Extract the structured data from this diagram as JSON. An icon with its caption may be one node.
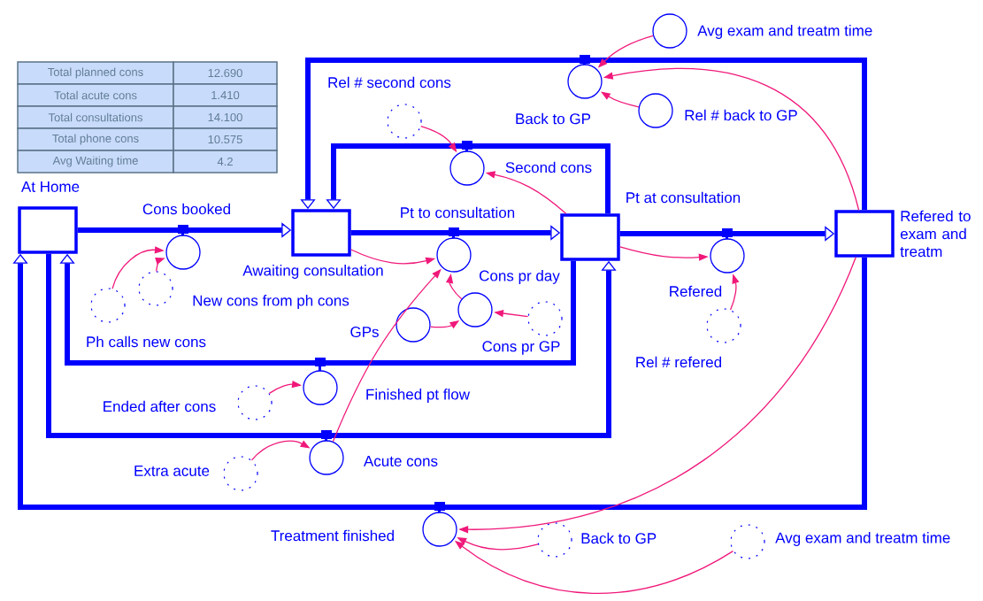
{
  "diagram": {
    "nodes": [
      {
        "text": [
          "At Home"
        ]
      },
      {
        "text": [
          "Awaiting consultation"
        ]
      },
      {
        "text": [
          "Pt at consultation"
        ]
      },
      {
        "text": [
          "Refered to exam and treatm"
        ]
      },
      {
        "text": [
          "Cons booked"
        ]
      },
      {
        "text": [
          "Pt to consultation"
        ]
      },
      {
        "text": [
          "Refered"
        ]
      },
      {
        "text": [
          "Back to GP"
        ]
      },
      {
        "text": [
          "Second cons"
        ]
      },
      {
        "text": [
          "Finished pt flow"
        ]
      },
      {
        "text": [
          "Acute cons"
        ]
      },
      {
        "text": [
          "Treatment finished"
        ]
      },
      {
        "text": [
          "Avg exam and treatm time"
        ]
      },
      {
        "text": [
          "Rel # back to GP"
        ]
      },
      {
        "text": [
          "Rel # second cons"
        ]
      },
      {
        "text": [
          "New cons from ph cons"
        ]
      },
      {
        "text": [
          "Ph calls new cons"
        ]
      },
      {
        "text": [
          "Cons pr day"
        ]
      },
      {
        "text": [
          "GPs"
        ]
      },
      {
        "text": [
          "Cons pr GP"
        ]
      },
      {
        "text": [
          "Ended after cons"
        ]
      },
      {
        "text": [
          "Extra acute"
        ]
      },
      {
        "text": [
          "Rel # refered"
        ]
      },
      {
        "text": [
          "Back to GP"
        ]
      },
      {
        "text": [
          "Avg exam and treatm time"
        ]
      }
    ],
    "edges": [
      {
        "from": 0,
        "to": 1,
        "arrow": "to",
        "style": "thick",
        "color": "#0000ff"
      },
      {
        "from": 1,
        "to": 2,
        "arrow": "to",
        "style": "thick",
        "color": "#0000ff"
      },
      {
        "from": 2,
        "to": 3,
        "arrow": "to",
        "style": "thick",
        "color": "#0000ff"
      },
      {
        "from": 3,
        "to": 1,
        "arrow": "to",
        "style": "thick",
        "color": "#0000ff"
      },
      {
        "from": 2,
        "to": 1,
        "arrow": "to",
        "style": "thick",
        "color": "#0000ff"
      },
      {
        "from": 2,
        "to": 0,
        "arrow": "to",
        "style": "thick",
        "color": "#0000ff"
      },
      {
        "from": 0,
        "to": 2,
        "arrow": "to",
        "style": "thick",
        "color": "#0000ff"
      },
      {
        "from": 3,
        "to": 0,
        "arrow": "to",
        "style": "thick",
        "color": "#0000ff"
      },
      {
        "from": 12,
        "to": 7,
        "arrow": "to"
      },
      {
        "from": 13,
        "to": 7,
        "arrow": "to"
      },
      {
        "from": 3,
        "to": 7,
        "arrow": "to"
      },
      {
        "from": 14,
        "to": 8,
        "arrow": "to"
      },
      {
        "from": 2,
        "to": 8,
        "arrow": "to"
      },
      {
        "from": 1,
        "to": 5,
        "arrow": "to"
      },
      {
        "from": 16,
        "to": 4,
        "arrow": "to"
      },
      {
        "from": 15,
        "to": 4,
        "arrow": "to"
      },
      {
        "from": 17,
        "to": 5,
        "arrow": "to"
      },
      {
        "from": 10,
        "to": 5,
        "arrow": "to"
      },
      {
        "from": 18,
        "to": 17,
        "arrow": "to"
      },
      {
        "from": 19,
        "to": 17,
        "arrow": "to"
      },
      {
        "from": 2,
        "to": 6,
        "arrow": "to"
      },
      {
        "from": 22,
        "to": 6,
        "arrow": "to"
      },
      {
        "from": 20,
        "to": 9,
        "arrow": "to"
      },
      {
        "from": 21,
        "to": 10,
        "arrow": "to"
      },
      {
        "from": 3,
        "to": 11,
        "arrow": "to"
      },
      {
        "from": 23,
        "to": 11,
        "arrow": "to"
      },
      {
        "from": 24,
        "to": 11,
        "arrow": "to"
      }
    ],
    "labels": [
      "Total planned cons",
      "12.690",
      "Total acute cons",
      "1.410",
      "Total consultations",
      "14.100",
      "Total phone cons",
      "10.575",
      "Avg Waiting time",
      "4.2"
    ]
  }
}
